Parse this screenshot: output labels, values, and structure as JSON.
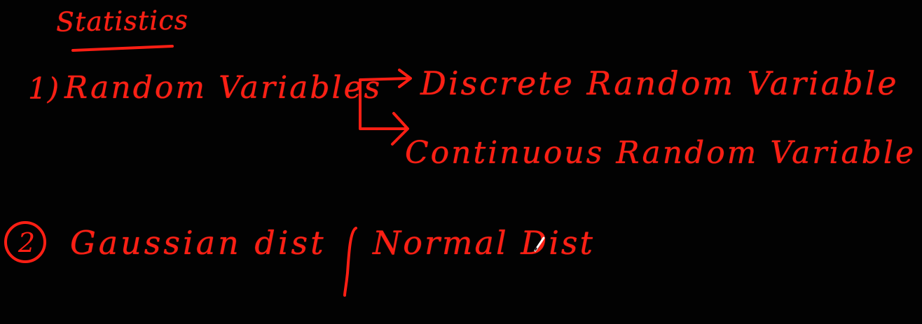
{
  "board": {
    "title": "Statistics",
    "ink_color": "#ff1f14",
    "background_color": "#000000",
    "item1": {
      "number": "1)",
      "label": "Random Variables",
      "branches": [
        {
          "label": "Discrete Random Variable"
        },
        {
          "label": "Continuous Random Variable"
        }
      ]
    },
    "item2": {
      "number": "2",
      "label": "Gaussian dist",
      "alt_label": "Normal Dist"
    },
    "cursor_icon": "pen-cursor-icon"
  }
}
